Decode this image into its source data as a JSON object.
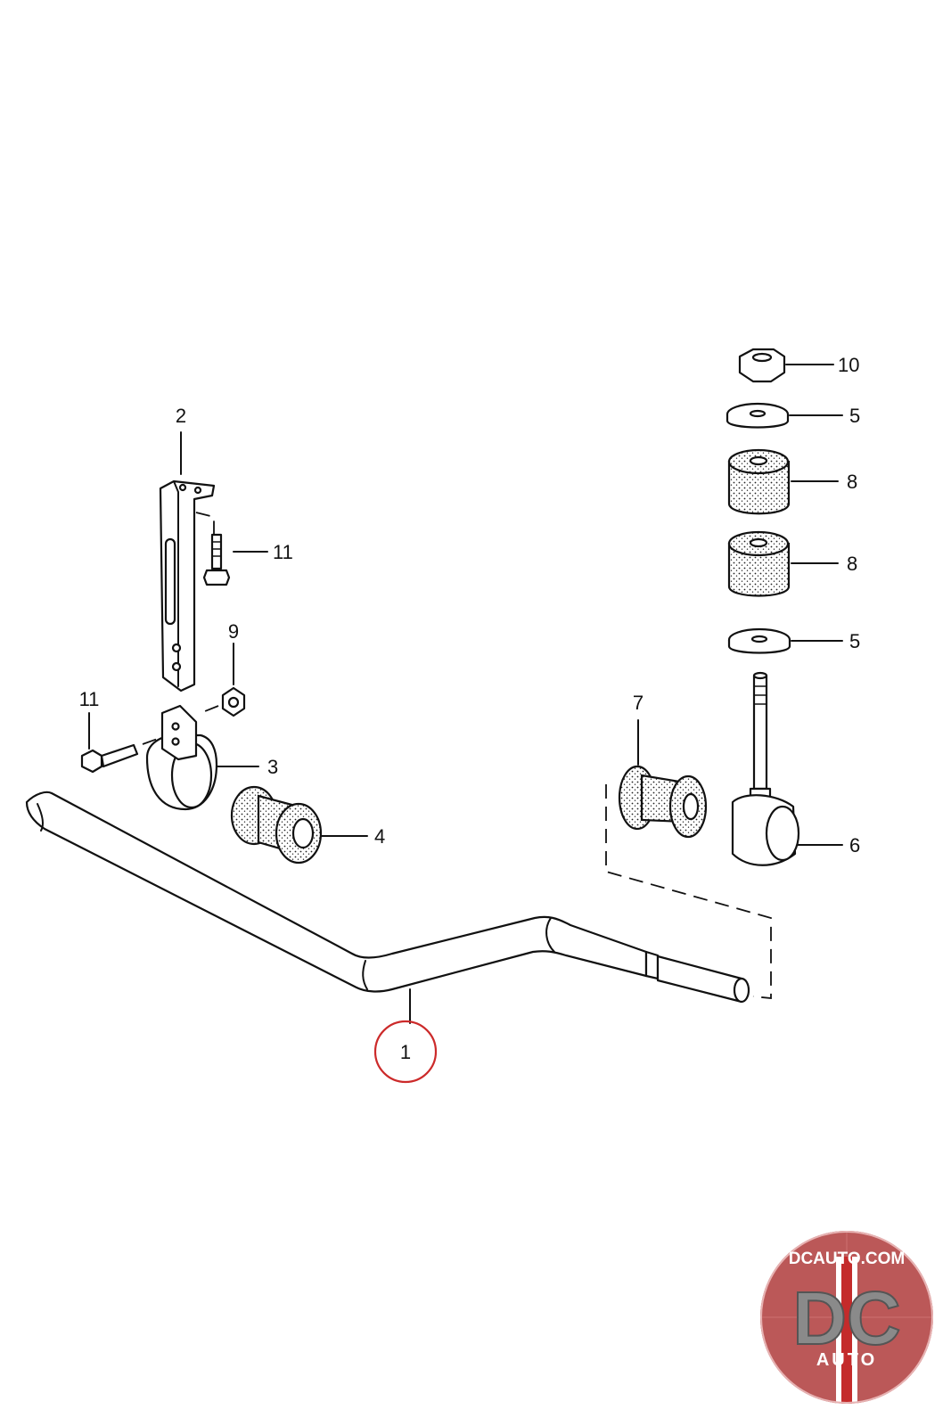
{
  "callouts": [
    {
      "id": "1",
      "label": "1",
      "highlighted": true
    },
    {
      "id": "2",
      "label": "2"
    },
    {
      "id": "3",
      "label": "3"
    },
    {
      "id": "4",
      "label": "4"
    },
    {
      "id": "5a",
      "label": "5"
    },
    {
      "id": "5b",
      "label": "5"
    },
    {
      "id": "6",
      "label": "6"
    },
    {
      "id": "7",
      "label": "7"
    },
    {
      "id": "8a",
      "label": "8"
    },
    {
      "id": "8b",
      "label": "8"
    },
    {
      "id": "9",
      "label": "9"
    },
    {
      "id": "10",
      "label": "10"
    },
    {
      "id": "11a",
      "label": "11"
    },
    {
      "id": "11b",
      "label": "11"
    }
  ],
  "highlight_color": "#cc2a2a",
  "logo": {
    "text_top": "DCAUTO.COM",
    "monogram": "DC",
    "text_bottom": "AUTO",
    "colors": {
      "ring": "#c45a5a",
      "stripe": "#c42b2b",
      "letters": "#8a8a8a"
    }
  }
}
